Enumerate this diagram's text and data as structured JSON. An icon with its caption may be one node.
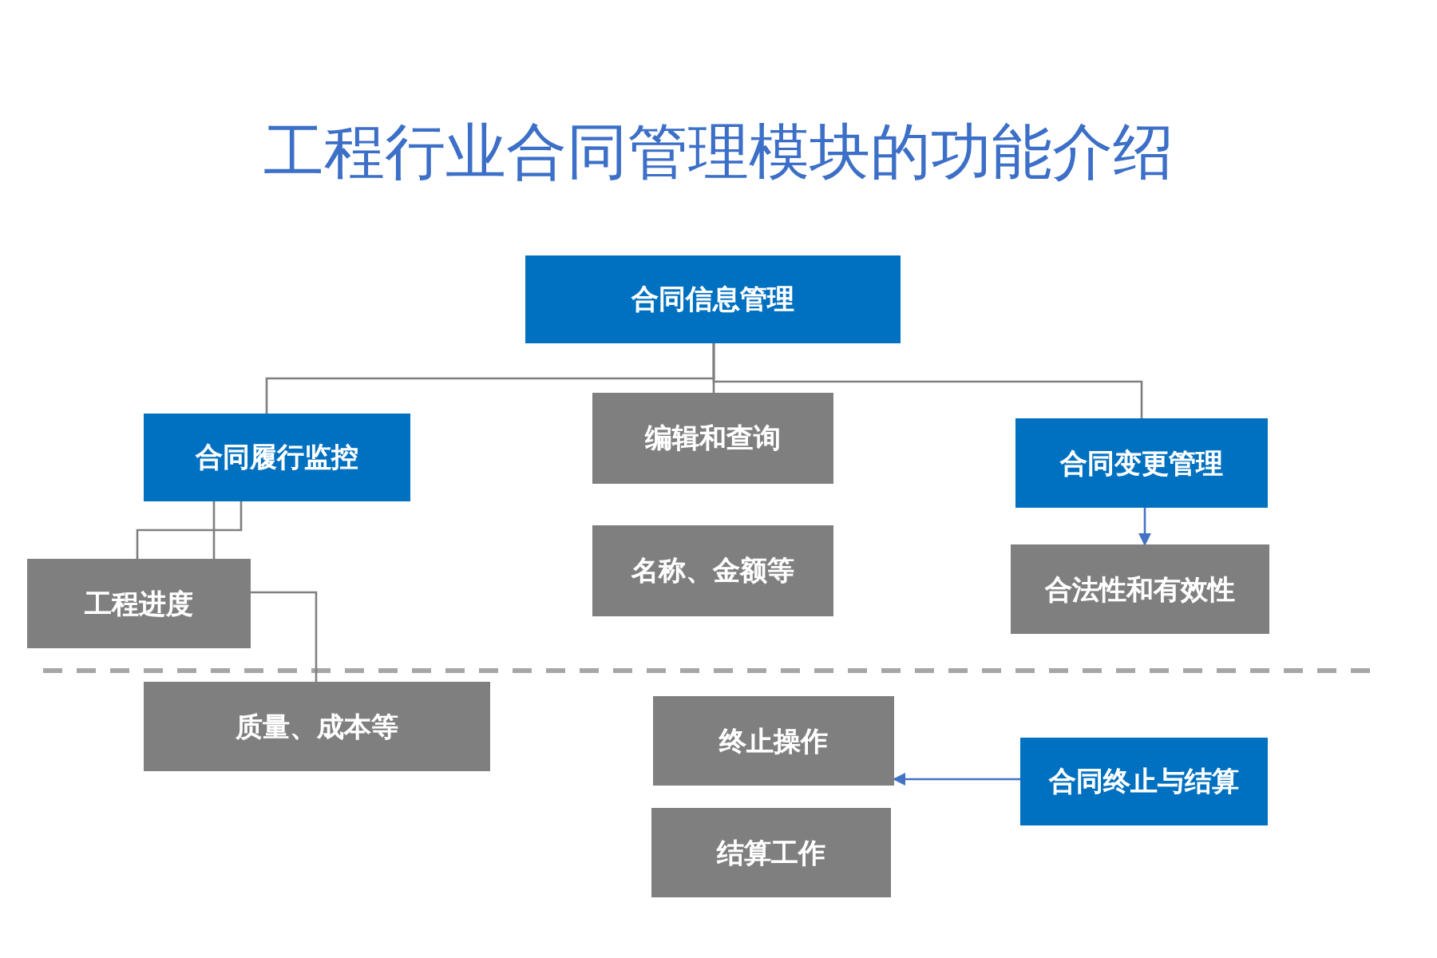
{
  "diagram": {
    "title": "工程行业合同管理模块的功能介绍",
    "nodes": [
      {
        "text": [
          "合同信息管理"
        ]
      },
      {
        "text": [
          "合同履行监控"
        ]
      },
      {
        "text": [
          "编辑和查询"
        ]
      },
      {
        "text": [
          "合同变更管理"
        ]
      },
      {
        "text": [
          "合法性和有效性"
        ]
      },
      {
        "text": [
          "工程进度"
        ]
      },
      {
        "text": [
          "名称、金额等"
        ]
      },
      {
        "text": [
          "质量、成本等"
        ]
      },
      {
        "text": [
          "终止操作"
        ]
      },
      {
        "text": [
          "合同终止与结算"
        ]
      },
      {
        "text": [
          "结算工作"
        ]
      }
    ],
    "edges": [
      {
        "from": 0,
        "to": 1,
        "arrow": "none"
      },
      {
        "from": 0,
        "to": 2,
        "arrow": "none"
      },
      {
        "from": 0,
        "to": 3,
        "arrow": "none"
      },
      {
        "from": 1,
        "to": 5,
        "arrow": "none"
      },
      {
        "from": 1,
        "to": 5,
        "arrow": "none"
      },
      {
        "from": 5,
        "to": 7,
        "arrow": "none"
      },
      {
        "from": 3,
        "to": 4,
        "arrow": "to",
        "color": "#4472c4"
      },
      {
        "from": 9,
        "to": 8,
        "arrow": "to",
        "color": "#4472c4"
      }
    ]
  }
}
